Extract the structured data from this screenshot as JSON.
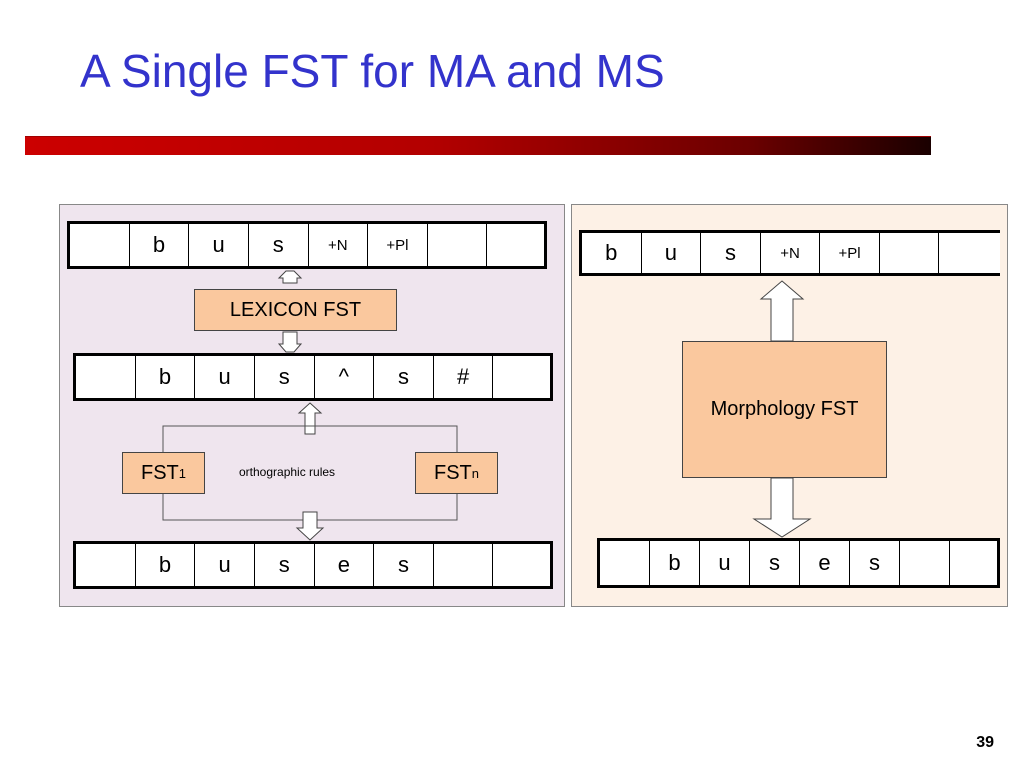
{
  "slide": {
    "title": "A Single FST for MA and MS",
    "page_number": "39",
    "accent_color": "#3333cc",
    "bar_color": "#cc0000"
  },
  "left_panel": {
    "top_tape": [
      "",
      "b",
      "u",
      "s",
      "+N",
      "+Pl",
      "",
      ""
    ],
    "lexicon_label": "LEXICON FST",
    "middle_tape": [
      "",
      "b",
      "u",
      "s",
      "^",
      "s",
      "#",
      ""
    ],
    "fst_first": {
      "label": "FST",
      "subscript": "1"
    },
    "fst_last": {
      "label": "FST",
      "subscript": "n"
    },
    "rules_label": "orthographic rules",
    "bottom_tape": [
      "",
      "b",
      "u",
      "s",
      "e",
      "s",
      "",
      ""
    ]
  },
  "right_panel": {
    "top_tape": [
      "b",
      "u",
      "s",
      "+N",
      "+Pl",
      "",
      ""
    ],
    "morphology_label": "Morphology FST",
    "bottom_tape": [
      "",
      "b",
      "u",
      "s",
      "e",
      "s",
      "",
      ""
    ]
  }
}
